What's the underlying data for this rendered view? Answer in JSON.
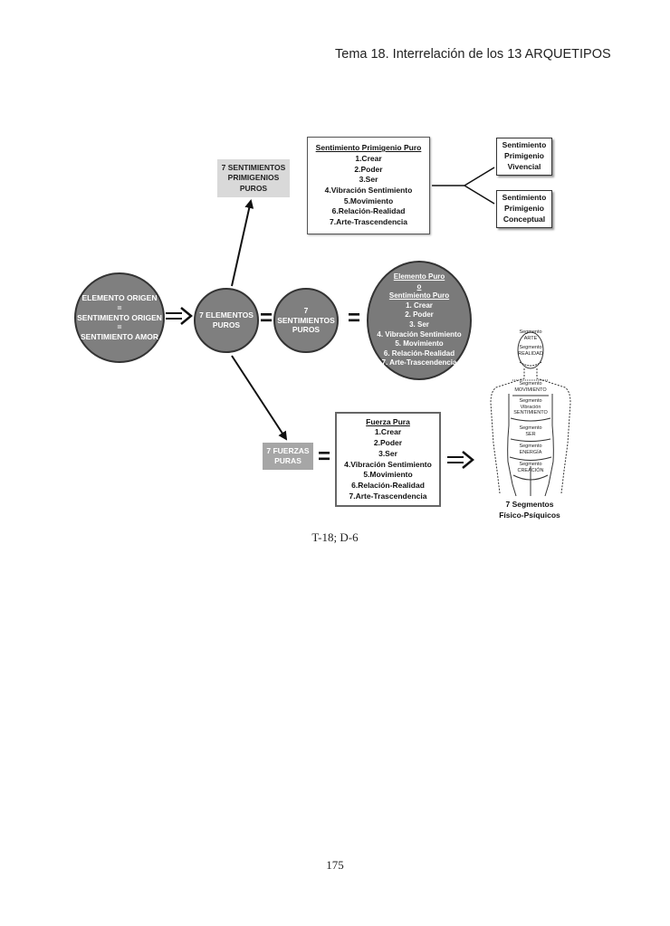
{
  "header": {
    "title": "Tema 18. Interrelación de los 13 ARQUETIPOS"
  },
  "diagram": {
    "origin": {
      "lines": [
        "ELEMENTO ORIGEN",
        "=",
        "SENTIMIENTO ORIGEN",
        "=",
        "SENTIMIENTO AMOR"
      ]
    },
    "elementos_puros": {
      "lines": [
        "7 ELEMENTOS",
        "PUROS"
      ]
    },
    "sentimientos_puros": {
      "lines": [
        "7 SENTIMIENTOS",
        "PUROS"
      ]
    },
    "sentimientos_primigenios_label": {
      "lines": [
        "7 SENTIMIENTOS",
        "PRIMIGENIOS",
        "PUROS"
      ]
    },
    "fuerzas_puras_label": {
      "lines": [
        "7 FUERZAS",
        "PURAS"
      ]
    },
    "equals_sign": "=",
    "primigenio_box": {
      "title": "Sentimiento Primigenio Puro",
      "items": [
        "1.Crear",
        "2.Poder",
        "3.Ser",
        "4.Vibración Sentimiento",
        "5.Movimiento",
        "6.Relación-Realidad",
        "7.Arte-Trascendencia"
      ]
    },
    "vivencial_box": {
      "lines": [
        "Sentimiento",
        "Primigenio",
        "Vivencial"
      ]
    },
    "conceptual_box": {
      "lines": [
        "Sentimiento",
        "Primigenio",
        "Conceptual"
      ]
    },
    "elemento_puro_circle": {
      "title_lines": [
        "Elemento Puro",
        "o",
        "Sentimiento Puro"
      ],
      "items": [
        "1.  Crear",
        "2.  Poder",
        "3.  Ser",
        "4.  Vibración Sentimiento",
        "5.  Movimiento",
        "6.  Relación-Realidad",
        "7.  Arte-Trascendencia"
      ]
    },
    "fuerza_box": {
      "title": "Fuerza Pura",
      "items": [
        "1.Crear",
        "2.Poder",
        "3.Ser",
        "4.Vibración Sentimiento",
        "5.Movimiento",
        "6.Relación-Realidad",
        "7.Arte-Trascendencia"
      ]
    },
    "body_figure": {
      "segments": [
        [
          "Segmento",
          "ARTE"
        ],
        [
          "Segmento",
          "REALIDAD"
        ],
        [
          "Segmento",
          "MOVIMIENTO"
        ],
        [
          "Segmento",
          "Vibración",
          "SENTIMIENTO"
        ],
        [
          "Segmento",
          "SER"
        ],
        [
          "Segmento",
          "ENERGÍA"
        ],
        [
          "Segmento",
          "CREACIÓN"
        ]
      ],
      "title_lines": [
        "7 Segmentos",
        "Físico-Psíquicos"
      ]
    }
  },
  "caption": "T-18; D-6",
  "page_number": "175"
}
